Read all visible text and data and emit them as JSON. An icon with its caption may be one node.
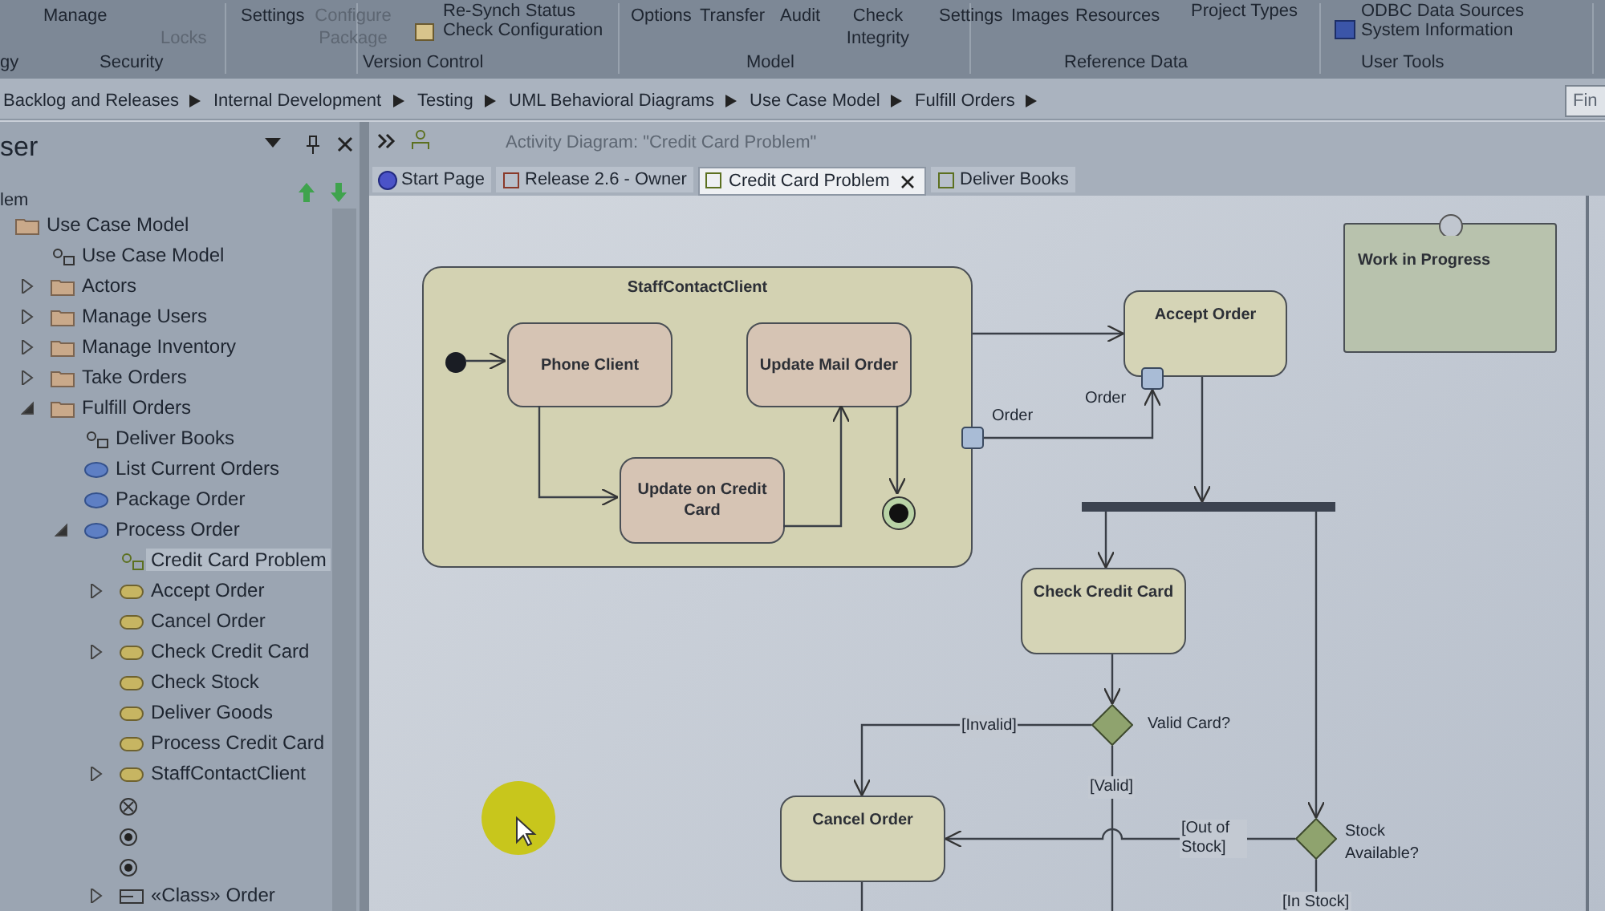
{
  "diagram": {
    "nodes": [
      {
        "text": [
          "StaffContactClient"
        ]
      },
      {
        "text": [],
        "shape": "circle",
        "in": 0
      },
      {
        "text": [
          "Phone Client"
        ],
        "in": 0
      },
      {
        "text": [
          "Update Mail Order"
        ],
        "in": 0
      },
      {
        "text": [
          "Update on Credit Card"
        ],
        "in": 0
      },
      {
        "text": [],
        "shape": "circle",
        "in": 0
      },
      {
        "text": [],
        "shape": "box",
        "beside": [
          "Order"
        ]
      },
      {
        "text": [
          "Accept Order"
        ]
      },
      {
        "text": [],
        "shape": "box",
        "beside": [
          "Order"
        ]
      },
      {
        "text": [
          "Work in Progress"
        ]
      },
      {
        "text": [],
        "shape": "bar"
      },
      {
        "text": [
          "Check Credit Card"
        ]
      },
      {
        "text": [],
        "shape": "diamond",
        "beside": [
          "Valid Card?"
        ]
      },
      {
        "text": [
          "Cancel Order"
        ]
      },
      {
        "text": [],
        "shape": "diamond",
        "beside": [
          "Stock Available?"
        ]
      }
    ],
    "edges": [
      {
        "from": 1,
        "to": 2,
        "arrow": "to"
      },
      {
        "from": 2,
        "to": 4,
        "arrow": "to"
      },
      {
        "from": 4,
        "to": 3,
        "arrow": "to"
      },
      {
        "from": 3,
        "to": 5,
        "arrow": "to"
      },
      {
        "from": 0,
        "to": 7,
        "arrow": "to"
      },
      {
        "from": 6,
        "to": 8,
        "arrow": "to"
      },
      {
        "from": 7,
        "to": 10,
        "arrow": "to"
      },
      {
        "from": 10,
        "to": 11,
        "arrow": "to"
      },
      {
        "from": 10,
        "to": 14,
        "arrow": "to"
      },
      {
        "from": 11,
        "to": 12,
        "arrow": "to"
      },
      {
        "from": 12,
        "to": 13,
        "arrow": "to",
        "label": "[Invalid]"
      },
      {
        "from": 12,
        "to": null,
        "arrow": "none",
        "label": "[Valid]"
      },
      {
        "from": 14,
        "to": 13,
        "arrow": "to",
        "label": "[Out of Stock]"
      },
      {
        "from": 14,
        "to": null,
        "arrow": "none",
        "label": "[In Stock]"
      },
      {
        "from": 13,
        "to": null,
        "arrow": "none"
      }
    ],
    "labels": [
      "Manage",
      "Locks",
      "Settings",
      "Configure Package",
      "Re-Synch Status",
      "Check Configuration",
      "Options",
      "Transfer",
      "Audit",
      "Check Integrity",
      "Settings",
      "Images",
      "Resources",
      "Project Types",
      "ODBC Data Sources",
      "System Information",
      "gy",
      "Security",
      "Version Control",
      "Model",
      "Reference Data",
      "User Tools",
      "Backlog and Releases",
      "Internal Development",
      "Testing",
      "UML Behavioral Diagrams",
      "Use Case Model",
      "Fulfill Orders",
      "Fin",
      "ser",
      "Activity Diagram: \"Credit Card Problem\"",
      "lem",
      "Start Page",
      "Release 2.6 - Owner",
      "Credit Card Problem",
      "Deliver Books",
      "Use Case Model",
      "Use Case Model",
      "Actors",
      "Manage Users",
      "Manage Inventory",
      "Take Orders",
      "Fulfill Orders",
      "Deliver Books",
      "List Current Orders",
      "Package Order",
      "Process Order",
      "Credit Card Problem",
      "Accept Order",
      "Cancel Order",
      "Check Credit Card",
      "Check Stock",
      "Deliver Goods",
      "Process Credit Card",
      "StaffContactClient",
      "«Class» Order"
    ]
  }
}
